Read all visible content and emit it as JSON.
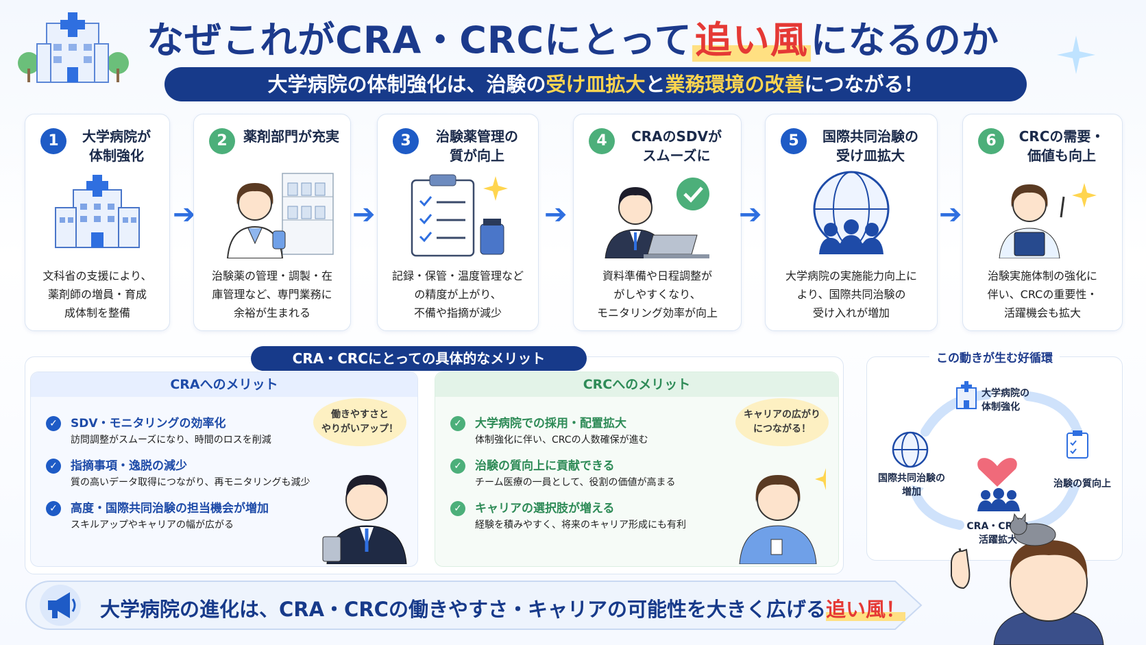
{
  "header": {
    "title_part1": "なぜこれがCRA・CRCにとって",
    "title_highlight": "追い風",
    "title_part2": "になるのか",
    "subtitle_part1": "大学病院の体制強化は、治験の",
    "subtitle_hl1": "受け皿拡大",
    "subtitle_part2": "と",
    "subtitle_hl2": "業務環境の改善",
    "subtitle_part3": "につながる！"
  },
  "steps": [
    {
      "num": "1",
      "title": "大学病院が\n体制強化",
      "desc": "文科省の支援により、\n薬剤師の増員・育成\n成体制を整備",
      "icon": "hospital-icon"
    },
    {
      "num": "2",
      "title": "薬剤部門が充実",
      "desc": "治験薬の管理・調製・在\n庫管理など、専門業務に\n余裕が生まれる",
      "icon": "pharmacist-icon"
    },
    {
      "num": "3",
      "title": "治験薬管理の\n質が向上",
      "desc": "記録・保管・温度管理など\nの精度が上がり、\n不備や指摘が減少",
      "icon": "clipboard-icon"
    },
    {
      "num": "4",
      "title": "CRAのSDVが\nスムーズに",
      "desc": "資料準備や日程調整が\nがしやすくなり、\nモニタリング効率が向上",
      "icon": "laptop-worker-icon"
    },
    {
      "num": "5",
      "title": "国際共同治験の\n受け皿拡大",
      "desc": "大学病院の実施能力向上に\nより、国際共同治験の\n受け入れが増加",
      "icon": "globe-people-icon"
    },
    {
      "num": "6",
      "title": "CRCの需要・\n価値も向上",
      "desc": "治験実施体制の強化に\n伴い、CRCの重要性・\n活躍機会も拡大",
      "icon": "crc-worker-icon"
    }
  ],
  "merits": {
    "title": "CRA・CRCにとっての具体的なメリット",
    "cra": {
      "head": "CRAへのメリット",
      "bubble": "働きやすさと\nやりがいアップ！",
      "items": [
        {
          "h": "SDV・モニタリングの効率化",
          "d": "訪問調整がスムーズになり、時間のロスを削減"
        },
        {
          "h": "指摘事項・逸脱の減少",
          "d": "質の高いデータ取得につながり、再モニタリングも減少"
        },
        {
          "h": "高度・国際共同治験の担当機会が増加",
          "d": "スキルアップやキャリアの幅が広がる"
        }
      ]
    },
    "crc": {
      "head": "CRCへのメリット",
      "bubble": "キャリアの広がり\nにつながる！",
      "items": [
        {
          "h": "大学病院での採用・配置拡大",
          "d": "体制強化に伴い、CRCの人数確保が進む"
        },
        {
          "h": "治験の質向上に貢献できる",
          "d": "チーム医療の一員として、役割の価値が高まる"
        },
        {
          "h": "キャリアの選択肢が増える",
          "d": "経験を積みやすく、将来のキャリア形成にも有利"
        }
      ]
    }
  },
  "cycle": {
    "title": "この動きが生む好循環",
    "nodes": [
      "大学病院の\n体制強化",
      "治験の質向上",
      "CRA・CRCの\n活躍拡大",
      "国際共同治験の\n増加"
    ]
  },
  "footer": {
    "text": "大学病院の進化は、CRA・CRCの働きやすさ・キャリアの可能性を大きく広げる",
    "highlight": "追い風！"
  },
  "colors": {
    "navy": "#173a8a",
    "accent_red": "#e53935",
    "accent_yellow": "#ffd54f",
    "blue": "#1e5bc6",
    "green": "#4caf7a"
  }
}
